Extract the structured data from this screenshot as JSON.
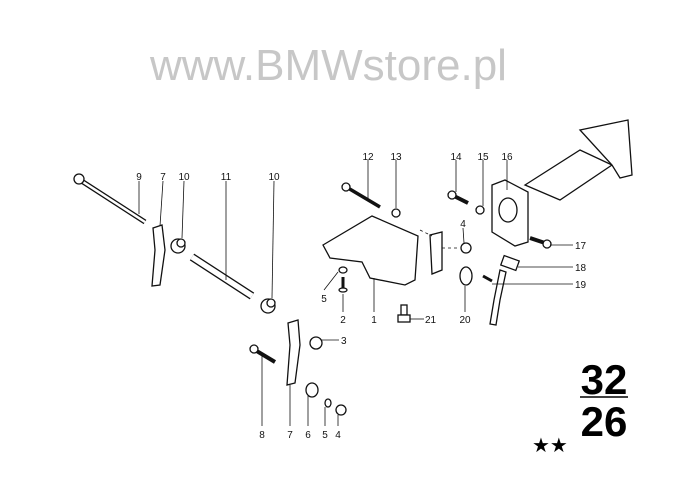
{
  "watermark": "www.BMWstore.pl",
  "page_ref": {
    "group": "32",
    "subgroup": "26",
    "stars": "★★"
  },
  "callouts": {
    "c9": "9",
    "c7a": "7",
    "c10a": "10",
    "c11": "11",
    "c10b": "10",
    "c12": "12",
    "c13": "13",
    "c14": "14",
    "c15": "15",
    "c16": "16",
    "c4a": "4",
    "c17": "17",
    "c18": "18",
    "c19": "19",
    "c5a": "5",
    "c2": "2",
    "c1": "1",
    "c21": "21",
    "c20": "20",
    "c3": "3",
    "c8": "8",
    "c7b": "7",
    "c6": "6",
    "c5b": "5",
    "c4b": "4"
  }
}
